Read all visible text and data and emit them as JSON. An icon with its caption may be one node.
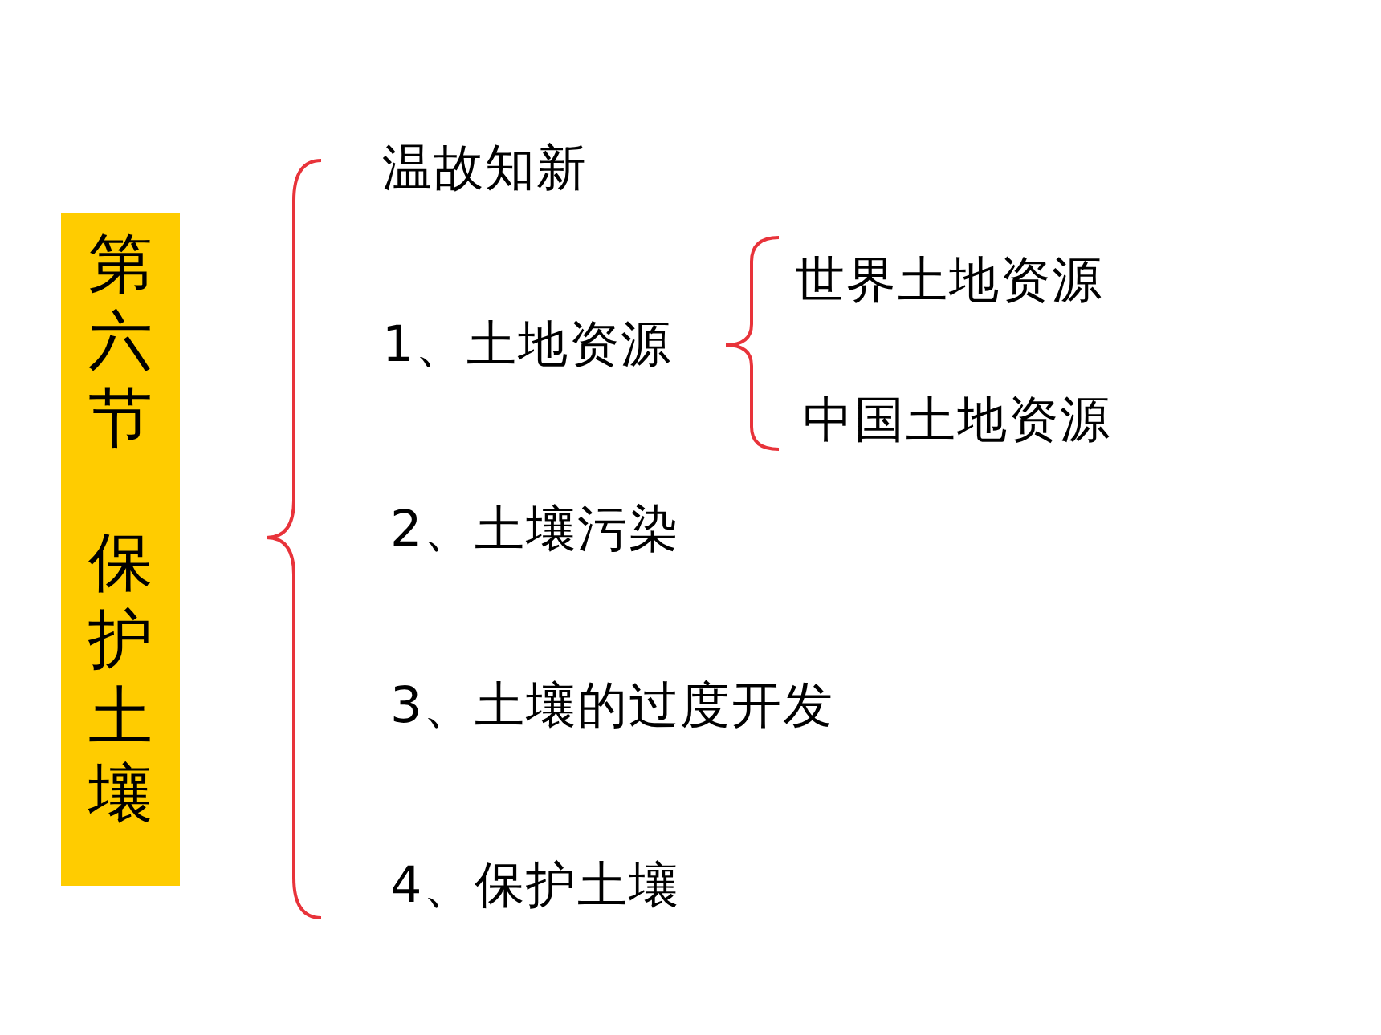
{
  "diagram": {
    "nodes": [
      {
        "text": [
          "第六节",
          "保护土壤"
        ]
      }
    ],
    "labels": [
      "温故知新",
      "1、土地资源",
      "世界土地资源",
      "中国土地资源",
      "2、土壤污染",
      "3、土壤的过度开发",
      "4、保护土壤"
    ]
  }
}
